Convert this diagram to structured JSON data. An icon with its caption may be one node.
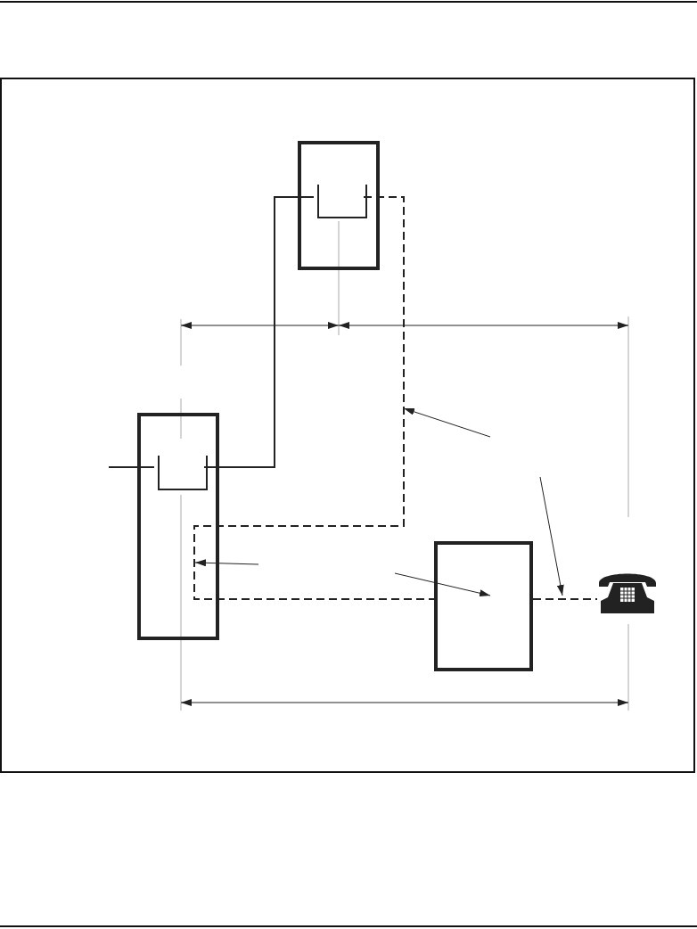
{
  "diagram": {
    "nodes": [
      {
        "text": [],
        "shape": "box"
      },
      {
        "text": [],
        "shape": "box",
        "in": 0
      },
      {
        "text": [],
        "shape": "box"
      },
      {
        "text": [],
        "shape": "box",
        "in": 2
      },
      {
        "text": [],
        "shape": "box"
      },
      {
        "text": [],
        "shape": "telephone"
      }
    ],
    "edges": [
      {
        "from": 3,
        "to": 1,
        "arrow": "none"
      },
      {
        "from": 1,
        "to": 4,
        "arrow": "none",
        "style": "dashed"
      },
      {
        "from": 4,
        "to": 5,
        "arrow": "none",
        "style": "dashed"
      },
      {
        "from": null,
        "to": 3,
        "arrow": "none"
      },
      {
        "from": null,
        "to": 4,
        "arrow": "to"
      }
    ]
  }
}
